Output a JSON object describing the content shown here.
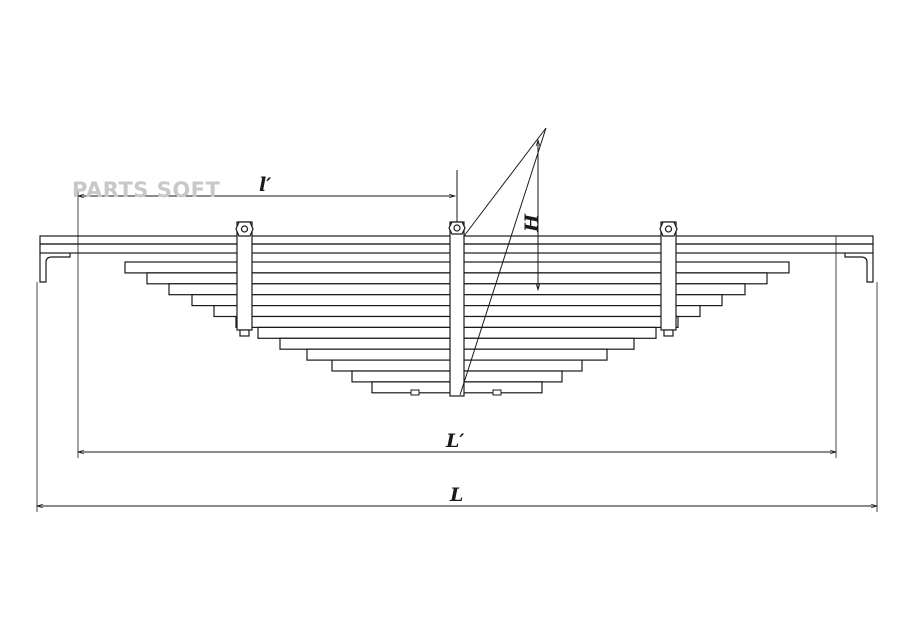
{
  "watermark": "PARTS SOFT",
  "dimensions": {
    "small_l": "l′",
    "H": "H",
    "big_L_prime": "L′",
    "big_L": "L"
  },
  "spring": {
    "leaf_count": 14,
    "clamp_count": 3,
    "colors": {
      "line": "#1a1a1a",
      "background": "#ffffff",
      "watermark": "#c8c8c8"
    }
  }
}
